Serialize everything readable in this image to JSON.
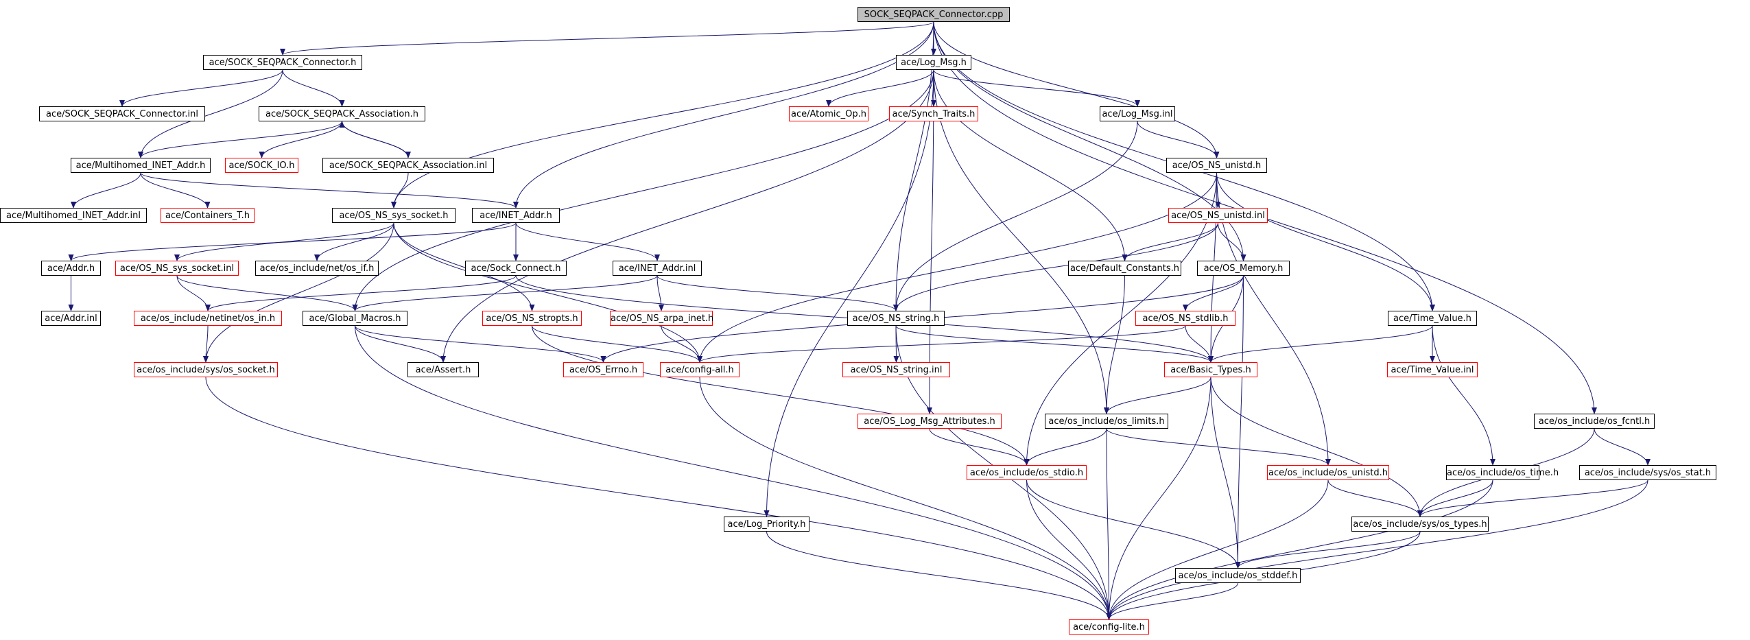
{
  "colors": {
    "edge": "#191970",
    "border": "#000000",
    "missing_border": "#ff0000",
    "root_fill": "#bfbfbf"
  },
  "nodes": {
    "root": "SOCK_SEQPACK_Connector.cpp",
    "connector_h": "ace/SOCK_SEQPACK_Connector.h",
    "log_msg_h": "ace/Log_Msg.h",
    "connector_inl": "ace/SOCK_SEQPACK_Connector.inl",
    "association_h": "ace/SOCK_SEQPACK_Association.h",
    "atomic_op_h": "ace/Atomic_Op.h",
    "synch_traits_h": "ace/Synch_Traits.h",
    "log_msg_inl": "ace/Log_Msg.inl",
    "multihomed_h": "ace/Multihomed_INET_Addr.h",
    "sock_io_h": "ace/SOCK_IO.h",
    "association_inl": "ace/SOCK_SEQPACK_Association.inl",
    "os_ns_unistd_h": "ace/OS_NS_unistd.h",
    "multihomed_inl": "ace/Multihomed_INET_Addr.inl",
    "containers_t_h": "ace/Containers_T.h",
    "os_ns_sys_socket_h": "ace/OS_NS_sys_socket.h",
    "inet_addr_h": "ace/INET_Addr.h",
    "os_ns_unistd_inl": "ace/OS_NS_unistd.inl",
    "addr_h": "ace/Addr.h",
    "os_ns_sys_socket_inl": "ace/OS_NS_sys_socket.inl",
    "os_if_h": "ace/os_include/net/os_if.h",
    "sock_connect_h": "ace/Sock_Connect.h",
    "inet_addr_inl": "ace/INET_Addr.inl",
    "default_constants_h": "ace/Default_Constants.h",
    "os_memory_h": "ace/OS_Memory.h",
    "addr_inl": "ace/Addr.inl",
    "os_in_h": "ace/os_include/netinet/os_in.h",
    "global_macros_h": "ace/Global_Macros.h",
    "os_ns_stropts_h": "ace/OS_NS_stropts.h",
    "os_ns_arpa_inet_h": "ace/OS_NS_arpa_inet.h",
    "os_ns_string_h": "ace/OS_NS_string.h",
    "os_ns_stdlib_h": "ace/OS_NS_stdlib.h",
    "time_value_h": "ace/Time_Value.h",
    "os_socket_h": "ace/os_include/sys/os_socket.h",
    "assert_h": "ace/Assert.h",
    "os_errno_h": "ace/OS_Errno.h",
    "config_all_h": "ace/config-all.h",
    "os_ns_string_inl": "ace/OS_NS_string.inl",
    "basic_types_h": "ace/Basic_Types.h",
    "time_value_inl": "ace/Time_Value.inl",
    "os_log_msg_attributes_h": "ace/OS_Log_Msg_Attributes.h",
    "os_limits_h": "ace/os_include/os_limits.h",
    "os_fcntl_h": "ace/os_include/os_fcntl.h",
    "os_stdio_h": "ace/os_include/os_stdio.h",
    "os_unistd_h": "ace/os_include/os_unistd.h",
    "os_time_h": "ace/os_include/os_time.h",
    "os_stat_h": "ace/os_include/sys/os_stat.h",
    "log_priority_h": "ace/Log_Priority.h",
    "os_types_h": "ace/os_include/sys/os_types.h",
    "os_stddef_h": "ace/os_include/os_stddef.h",
    "config_lite_h": "ace/config-lite.h"
  }
}
